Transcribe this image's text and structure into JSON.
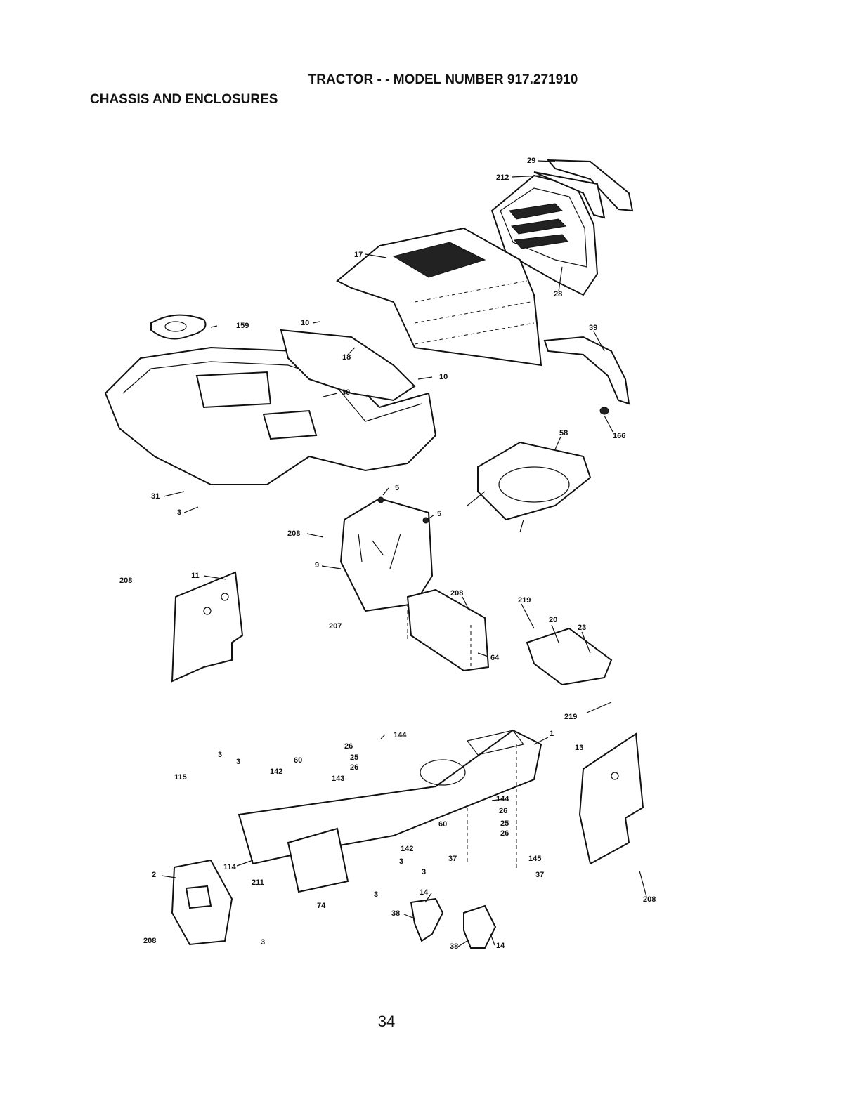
{
  "title": "TRACTOR - - MODEL NUMBER 917.271910",
  "subtitle": "CHASSIS AND ENCLOSURES",
  "page_number": "34",
  "callouts": {
    "c29": "29",
    "c212": "212",
    "c17": "17",
    "c28": "28",
    "c159": "159",
    "c10a": "10",
    "c18": "18",
    "c10b": "10",
    "c30": "30",
    "c39": "39",
    "c166": "166",
    "c58": "58",
    "c31": "31",
    "c3a": "3",
    "c5a": "5",
    "c5b": "5",
    "c208a": "208",
    "c9": "9",
    "c208b": "208",
    "c11": "11",
    "c207": "207",
    "c208c": "208",
    "c64": "64",
    "c219a": "219",
    "c20": "20",
    "c23": "23",
    "c219b": "219",
    "c144a": "144",
    "c1": "1",
    "c26a": "26",
    "c25a": "25",
    "c26b": "26",
    "c3b": "3",
    "c3c": "3",
    "c60a": "60",
    "c115": "115",
    "c142a": "142",
    "c143": "143",
    "c13": "13",
    "c144b": "144",
    "c26c": "26",
    "c25b": "25",
    "c26d": "26",
    "c60b": "60",
    "c142b": "142",
    "c3d": "3",
    "c37a": "37",
    "c145": "145",
    "c37b": "37",
    "c114": "114",
    "c2": "2",
    "c211": "211",
    "c3e": "3",
    "c3f": "3",
    "c74": "74",
    "c14a": "14",
    "c38a": "38",
    "c208d": "208",
    "c3g": "3",
    "c38b": "38",
    "c14b": "14",
    "c208e": "208"
  }
}
